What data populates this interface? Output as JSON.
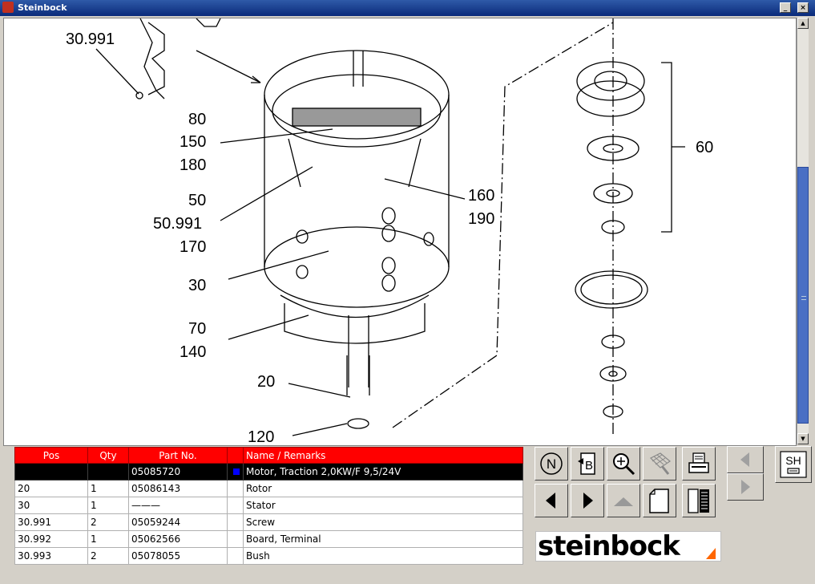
{
  "window": {
    "title": "Steinbock",
    "minimize": "_",
    "close": "×"
  },
  "callouts": [
    "30.991",
    "80",
    "150",
    "180",
    "50",
    "50.991",
    "170",
    "30",
    "70",
    "140",
    "20",
    "120",
    "160",
    "190",
    "60"
  ],
  "table": {
    "headers": [
      "Pos",
      "Qty",
      "Part No.",
      "",
      "Name / Remarks"
    ],
    "rows": [
      {
        "pos": "",
        "qty": "",
        "part": "05085720",
        "name": "Motor, Traction 2,0KW/F 9,5/24V",
        "selected": true
      },
      {
        "pos": "20",
        "qty": "1",
        "part": "05086143",
        "name": "Rotor"
      },
      {
        "pos": "30",
        "qty": "1",
        "part": "———",
        "name": "Stator"
      },
      {
        "pos": "30.991",
        "qty": "2",
        "part": "05059244",
        "name": "Screw"
      },
      {
        "pos": "30.992",
        "qty": "1",
        "part": "05062566",
        "name": "Board, Terminal"
      },
      {
        "pos": "30.993",
        "qty": "2",
        "part": "05078055",
        "name": "Bush"
      }
    ]
  },
  "toolbar": {
    "note_label": "N",
    "book_label": "B",
    "sh_label": "SH"
  },
  "logo": {
    "text": "steinbock"
  },
  "colors": {
    "header_red": "#ff0000",
    "title_blue": "#0a2a7a",
    "selected_row": "#000000",
    "logo_orange": "#ff6600"
  }
}
